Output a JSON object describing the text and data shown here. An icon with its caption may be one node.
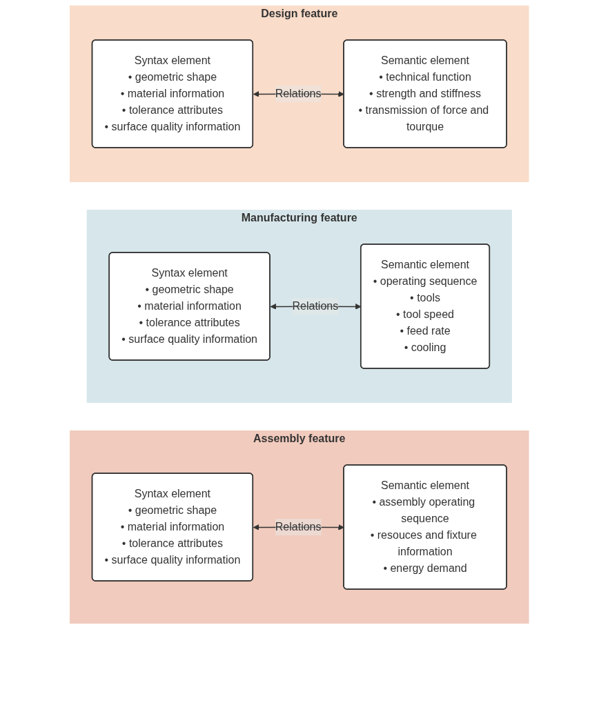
{
  "diagram": {
    "nodes": [
      {
        "text": [
          "Design feature"
        ]
      },
      {
        "text": [
          "Syntax element",
          "• geometric shape",
          "• material information",
          "• tolerance attributes",
          "• surface quality information"
        ],
        "in": 0
      },
      {
        "text": [
          "Semantic element",
          "• technical function",
          "• strength and stiffness",
          "• transmission of force and tourque"
        ],
        "in": 0
      },
      {
        "text": [
          "Manufacturing feature"
        ]
      },
      {
        "text": [
          "Syntax element",
          "• geometric shape",
          "• material information",
          "• tolerance attributes",
          "• surface quality information"
        ],
        "in": 3
      },
      {
        "text": [
          "Semantic element",
          "• operating sequence",
          "• tools",
          "• tool speed",
          "• feed rate",
          "• cooling"
        ],
        "in": 3
      },
      {
        "text": [
          "Assembly feature"
        ]
      },
      {
        "text": [
          "Syntax element",
          "• geometric shape",
          "• material information",
          "• tolerance attributes",
          "• surface quality information"
        ],
        "in": 6
      },
      {
        "text": [
          "Semantic element",
          "• assembly operating sequence",
          "• resouces and fixture information",
          "• energy demand"
        ],
        "in": 6
      }
    ],
    "edges": [
      {
        "from": 1,
        "to": 2,
        "arrow": "both",
        "label": "Relations"
      },
      {
        "from": 4,
        "to": 5,
        "arrow": "both",
        "label": "Relations"
      },
      {
        "from": 7,
        "to": 8,
        "arrow": "both",
        "label": "Relations"
      }
    ]
  }
}
